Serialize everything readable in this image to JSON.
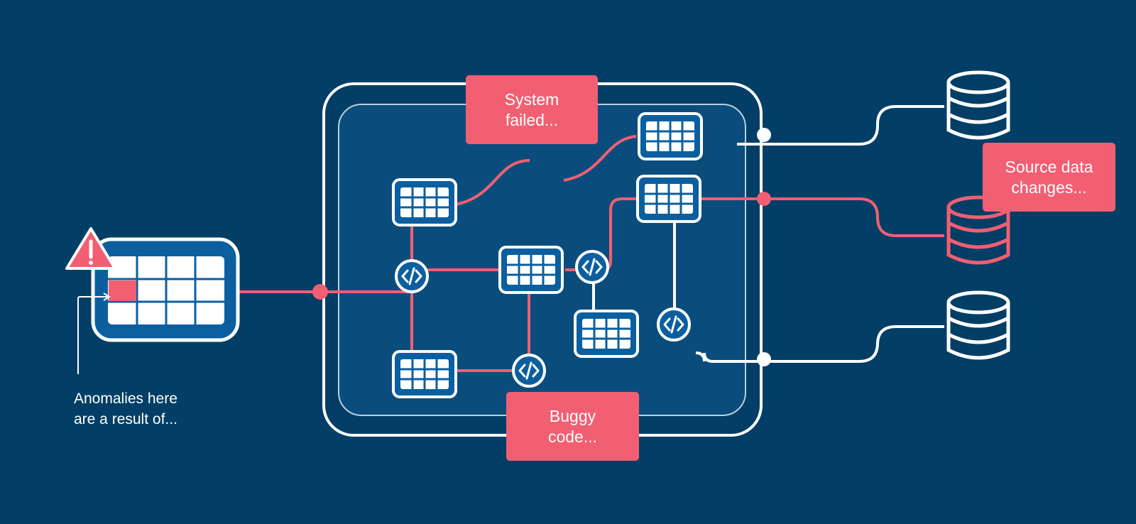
{
  "callouts": {
    "system_failed": {
      "line1": "System",
      "line2": "failed..."
    },
    "buggy_code": {
      "line1": "Buggy",
      "line2": "code..."
    },
    "source_data": {
      "line1": "Source data",
      "line2": "changes..."
    }
  },
  "anomaly_note": {
    "line1": "Anomalies here",
    "line2": "are a result of..."
  },
  "icons": {
    "warning": "warning-icon",
    "table": "table-icon",
    "code": "code-icon",
    "database": "database-icon"
  },
  "colors": {
    "background": "#023e65",
    "panel": "#0a4d7d",
    "accent": "#f25f72",
    "line": "#ffffff",
    "node": "#0b5f9f"
  }
}
